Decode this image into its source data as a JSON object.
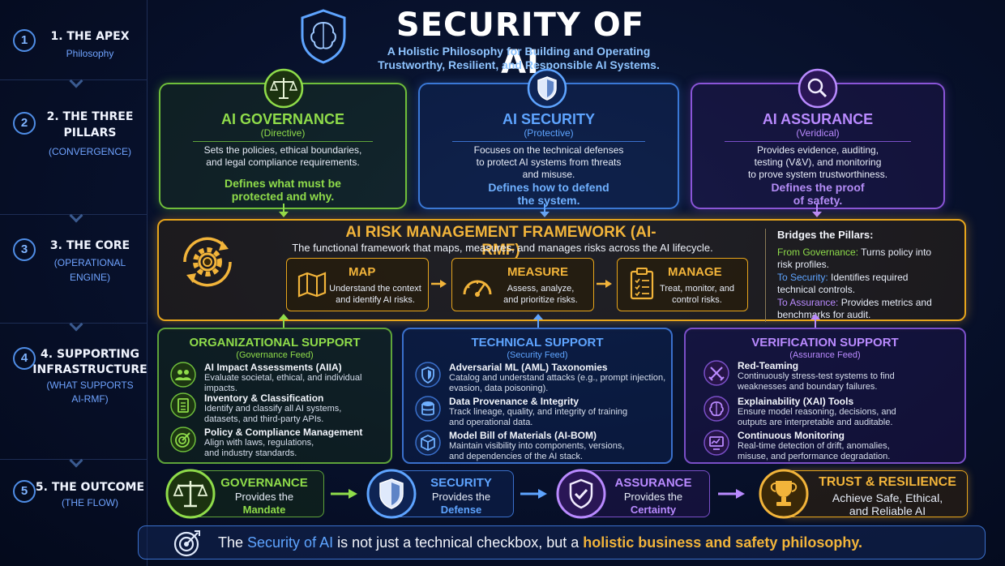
{
  "sidebar": {
    "steps": [
      {
        "number": "1",
        "title": "1. THE APEX",
        "sub1": "Philosophy",
        "sub2": ""
      },
      {
        "number": "2",
        "title1": "2. THE THREE",
        "title2": "PILLARS",
        "sub1": "(CONVERGENCE)"
      },
      {
        "number": "3",
        "title": "3. THE CORE",
        "sub1": "(OPERATIONAL",
        "sub2": "ENGINE)"
      },
      {
        "number": "4",
        "title1": "4. SUPPORTING",
        "title2": "INFRASTRUCTURE",
        "sub1": "(WHAT SUPPORTS",
        "sub2": "AI-RMF)"
      },
      {
        "number": "5",
        "title": "5. THE OUTCOME",
        "sub1": "(THE FLOW)"
      }
    ]
  },
  "header": {
    "title": "SECURITY OF AI",
    "subtitle1": "A Holistic Philosophy for Building and Operating",
    "subtitle2": "Trustworthy, Resilient, and Responsible AI Systems.",
    "icon": "brain-shield-icon"
  },
  "pillars": {
    "governance": {
      "title": "AI GOVERNANCE",
      "type": "(Directive)",
      "body1": "Sets the policies, ethical boundaries,",
      "body2": "and legal compliance requirements.",
      "key1": "Defines what must be",
      "key2": "protected and why.",
      "color": "#8fdc4a",
      "icon": "scales-icon"
    },
    "security": {
      "title": "AI SECURITY",
      "type": "(Protective)",
      "body1": "Focuses on the technical defenses",
      "body2": "to protect AI systems from threats",
      "body3": "and misuse.",
      "key1": "Defines how to defend",
      "key2": "the system.",
      "color": "#5ea4ff",
      "icon": "shield-icon"
    },
    "assurance": {
      "title": "AI ASSURANCE",
      "type": "(Veridical)",
      "body1": "Provides evidence, auditing,",
      "body2": "testing (V&V), and monitoring",
      "body3": "to prove system trustworthiness.",
      "key1": "Defines the proof",
      "key2": "of safety.",
      "color": "#b98aff",
      "icon": "magnifier-icon"
    }
  },
  "core": {
    "title": "AI RISK MANAGEMENT FRAMEWORK (AI-RMF)",
    "subtitle": "The functional framework that maps, measures, and manages risks across the AI lifecycle.",
    "icon": "gear-cycle-icon",
    "functions": [
      {
        "title": "MAP",
        "body1": "Understand the context",
        "body2": "and identify AI risks.",
        "icon": "map-icon"
      },
      {
        "title": "MEASURE",
        "body1": "Assess, analyze,",
        "body2": "and prioritize risks.",
        "icon": "gauge-icon"
      },
      {
        "title": "MANAGE",
        "body1": "Treat, monitor, and",
        "body2": "control risks.",
        "icon": "clipboard-icon"
      }
    ],
    "bridge": {
      "heading": "Bridges the Pillars:",
      "items": [
        {
          "lead": "From Governance:",
          "text1": " Turns policy into",
          "text2": "risk profiles."
        },
        {
          "lead": "To Security:",
          "text1": " Identifies required",
          "text2": "technical controls."
        },
        {
          "lead": "To Assurance:",
          "text1": " Provides metrics and",
          "text2": "benchmarks for audit."
        }
      ]
    }
  },
  "supports": {
    "org": {
      "title": "ORGANIZATIONAL SUPPORT",
      "feed": "(Governance Feed)",
      "items": [
        {
          "head": "AI Impact Assessments (AIIA)",
          "body1": "Evaluate societal, ethical, and individual impacts.",
          "body2": "",
          "icon": "people-icon"
        },
        {
          "head": "Inventory & Classification",
          "body1": "Identify and classify all AI systems,",
          "body2": "datasets, and third-party APIs.",
          "icon": "checklist-icon"
        },
        {
          "head": "Policy & Compliance Management",
          "body1": "Align with laws, regulations,",
          "body2": "and industry standards.",
          "icon": "target-icon"
        }
      ]
    },
    "tech": {
      "title": "TECHNICAL SUPPORT",
      "feed": "(Security Feed)",
      "items": [
        {
          "head": "Adversarial ML (AML) Taxonomies",
          "body1": "Catalog and understand attacks (e.g., prompt injection,",
          "body2": "evasion, data poisoning).",
          "icon": "shield-alert-icon"
        },
        {
          "head": "Data Provenance & Integrity",
          "body1": "Track lineage, quality, and integrity of training",
          "body2": "and operational data.",
          "icon": "database-icon"
        },
        {
          "head": "Model Bill of Materials (AI-BOM)",
          "body1": "Maintain visibility into components, versions,",
          "body2": "and dependencies of the AI stack.",
          "icon": "cube-icon"
        }
      ]
    },
    "ver": {
      "title": "VERIFICATION SUPPORT",
      "feed": "(Assurance Feed)",
      "items": [
        {
          "head": "Red-Teaming",
          "body1": "Continuously stress-test systems to find",
          "body2": "weaknesses and boundary failures.",
          "icon": "swords-icon"
        },
        {
          "head": "Explainability (XAI) Tools",
          "body1": "Ensure model reasoning, decisions, and",
          "body2": "outputs are interpretable and auditable.",
          "icon": "brain-icon"
        },
        {
          "head": "Continuous Monitoring",
          "body1": "Real-time detection of drift, anomalies,",
          "body2": "misuse, and performance degradation.",
          "icon": "monitor-icon"
        }
      ]
    }
  },
  "outcome": {
    "governance": {
      "title": "GOVERNANCE",
      "body": "Provides the",
      "key": "Mandate",
      "icon": "scales-icon"
    },
    "security": {
      "title": "SECURITY",
      "body": "Provides the",
      "key": "Defense",
      "icon": "shield-icon"
    },
    "assurance": {
      "title": "ASSURANCE",
      "body": "Provides the",
      "key": "Certainty",
      "icon": "check-shield-icon"
    },
    "trust": {
      "title": "TRUST & RESILIENCE",
      "body1": "Achieve Safe, Ethical,",
      "body2": "and Reliable AI",
      "icon": "trophy-icon"
    }
  },
  "footer": {
    "pre": "The ",
    "highlight1": "Security of AI",
    "mid": " is not just a technical checkbox, but a ",
    "highlight2": "holistic business and safety philosophy.",
    "icon": "target-arrow-icon"
  }
}
